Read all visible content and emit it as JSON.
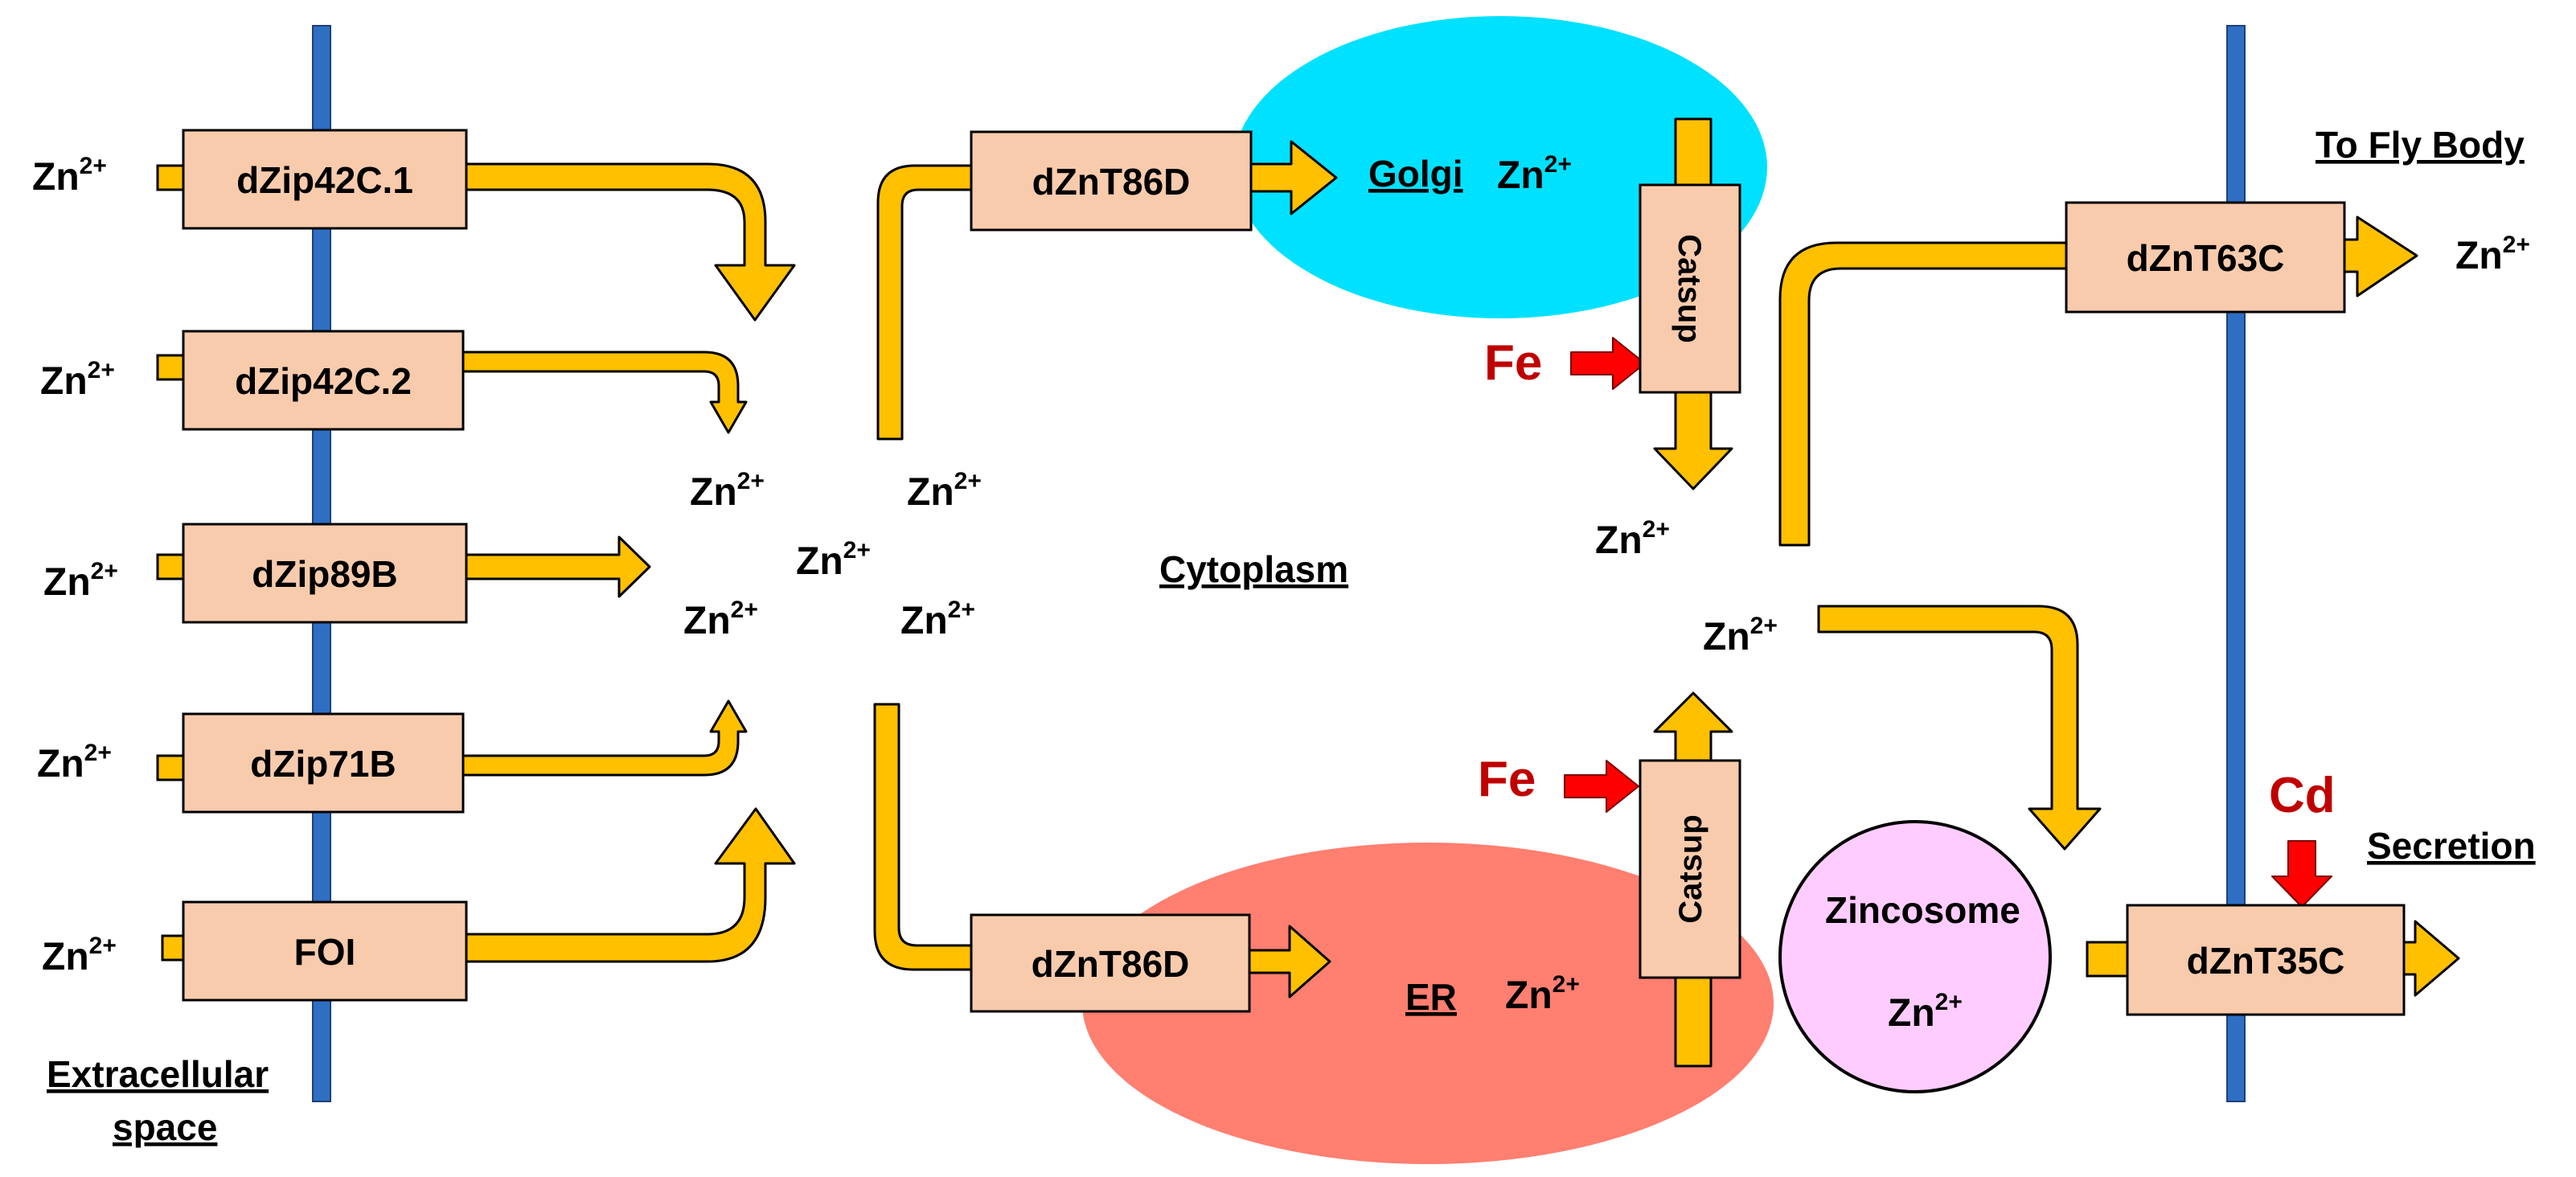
{
  "colors": {
    "membrane": "#2e6fc4",
    "arrow": "#ffc000",
    "transporter_fill": "#f8cbad",
    "golgi": "#00e1ff",
    "er": "#ff7f70",
    "zincosome": "#ffccff",
    "inhibitor_arrow": "#ff0000",
    "metal_label": "#c00000"
  },
  "zinc": {
    "base": "Zn",
    "charge": "2+"
  },
  "regions": {
    "extracellular_line1": "Extracellular",
    "extracellular_line2": "space",
    "cytoplasm": "Cytoplasm",
    "golgi": "Golgi",
    "er": "ER",
    "to_fly_body": "To Fly Body",
    "secretion": "Secretion",
    "zincosome": "Zincosome"
  },
  "importers": [
    {
      "name": "dZip42C.1"
    },
    {
      "name": "dZip42C.2"
    },
    {
      "name": "dZip89B"
    },
    {
      "name": "dZip71B"
    },
    {
      "name": "FOI"
    }
  ],
  "transporters": {
    "golgi": "dZnT86D",
    "er": "dZnT86D",
    "export_body": "dZnT63C",
    "export_secretion": "dZnT35C",
    "catsup_golgi": "Catsup",
    "catsup_er": "Catsup"
  },
  "metals": {
    "fe_golgi": "Fe",
    "fe_er": "Fe",
    "cd": "Cd"
  }
}
